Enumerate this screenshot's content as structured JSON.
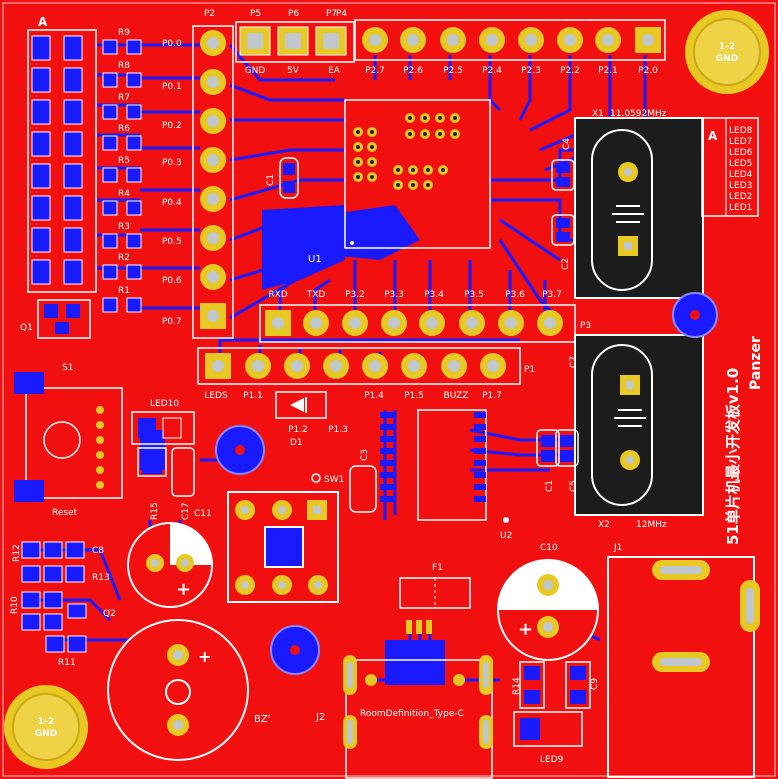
{
  "colors": {
    "board": "#f20f0f",
    "trace_bottom": "#1a1aff",
    "silk": "#ffffff",
    "pad_gold": "#e8c822",
    "pad_center": "#bfc6cc",
    "dark": "#1c1c1c"
  },
  "headers": {
    "p2": "P2",
    "p5": "P5",
    "p6": "P6",
    "p7": "P7",
    "p4": "P4",
    "p1": "P1",
    "p3": "P3"
  },
  "power": {
    "gnd": "GND",
    "v5": "5V",
    "ea": "EA"
  },
  "p0_labels": [
    "P0.0",
    "P0.1",
    "P0.2",
    "P0.3",
    "P0.4",
    "P0.5",
    "P0.6",
    "P0.7"
  ],
  "resistor_labels": [
    "R9",
    "R8",
    "R7",
    "R6",
    "R5",
    "R4",
    "R3",
    "R2",
    "R1"
  ],
  "p2_labels": [
    "P2.7",
    "P2.6",
    "P2.5",
    "P2.4",
    "P2.3",
    "P2.2",
    "P2.1",
    "P2.0"
  ],
  "p3_labels": [
    "RXD",
    "TXD",
    "P3.2",
    "P3.3",
    "P3.4",
    "P3.5",
    "P3.6",
    "P3.7"
  ],
  "p1_labels": [
    "LEDS",
    "P1.1",
    "P1.2",
    "P1.3",
    "P1.4",
    "P1.5",
    "BUZZ",
    "P1.7"
  ],
  "mount_label": {
    "top": "1-2",
    "bottom": "GND"
  },
  "crystal1": {
    "ref": "X1",
    "freq": "11.0592MHz"
  },
  "crystal2": {
    "ref": "X2",
    "freq": "12MHz"
  },
  "led_legend": [
    "LED8",
    "LED7",
    "LED6",
    "LED5",
    "LED4",
    "LED3",
    "LED2",
    "LED1"
  ],
  "refs": {
    "q1": "Q1",
    "s1": "S1",
    "reset": "Reset",
    "led10": "LED10",
    "r15": "R15",
    "c17": "C17",
    "c11": "C11",
    "sw1": "SW1",
    "d1": "D1",
    "c3": "C3",
    "u1": "U1",
    "u2": "U2",
    "c1_small": "C1",
    "c4": "C4",
    "c2": "C2",
    "c7": "C7",
    "c1": "C1",
    "c5": "C5",
    "c8": "C8",
    "r12": "R12",
    "r13": "R13",
    "r10": "R10",
    "q2": "Q2",
    "r11": "R11",
    "bz": "BZ'",
    "j2": "J2",
    "f1": "F1",
    "c10": "C10",
    "j1": "J1",
    "r14": "R14",
    "c9": "C9",
    "led9": "LED9"
  },
  "usb_label": "RoomDefinition_Type-C",
  "board_title": "51单片机最小开发板v1.0",
  "author": "Panzer"
}
